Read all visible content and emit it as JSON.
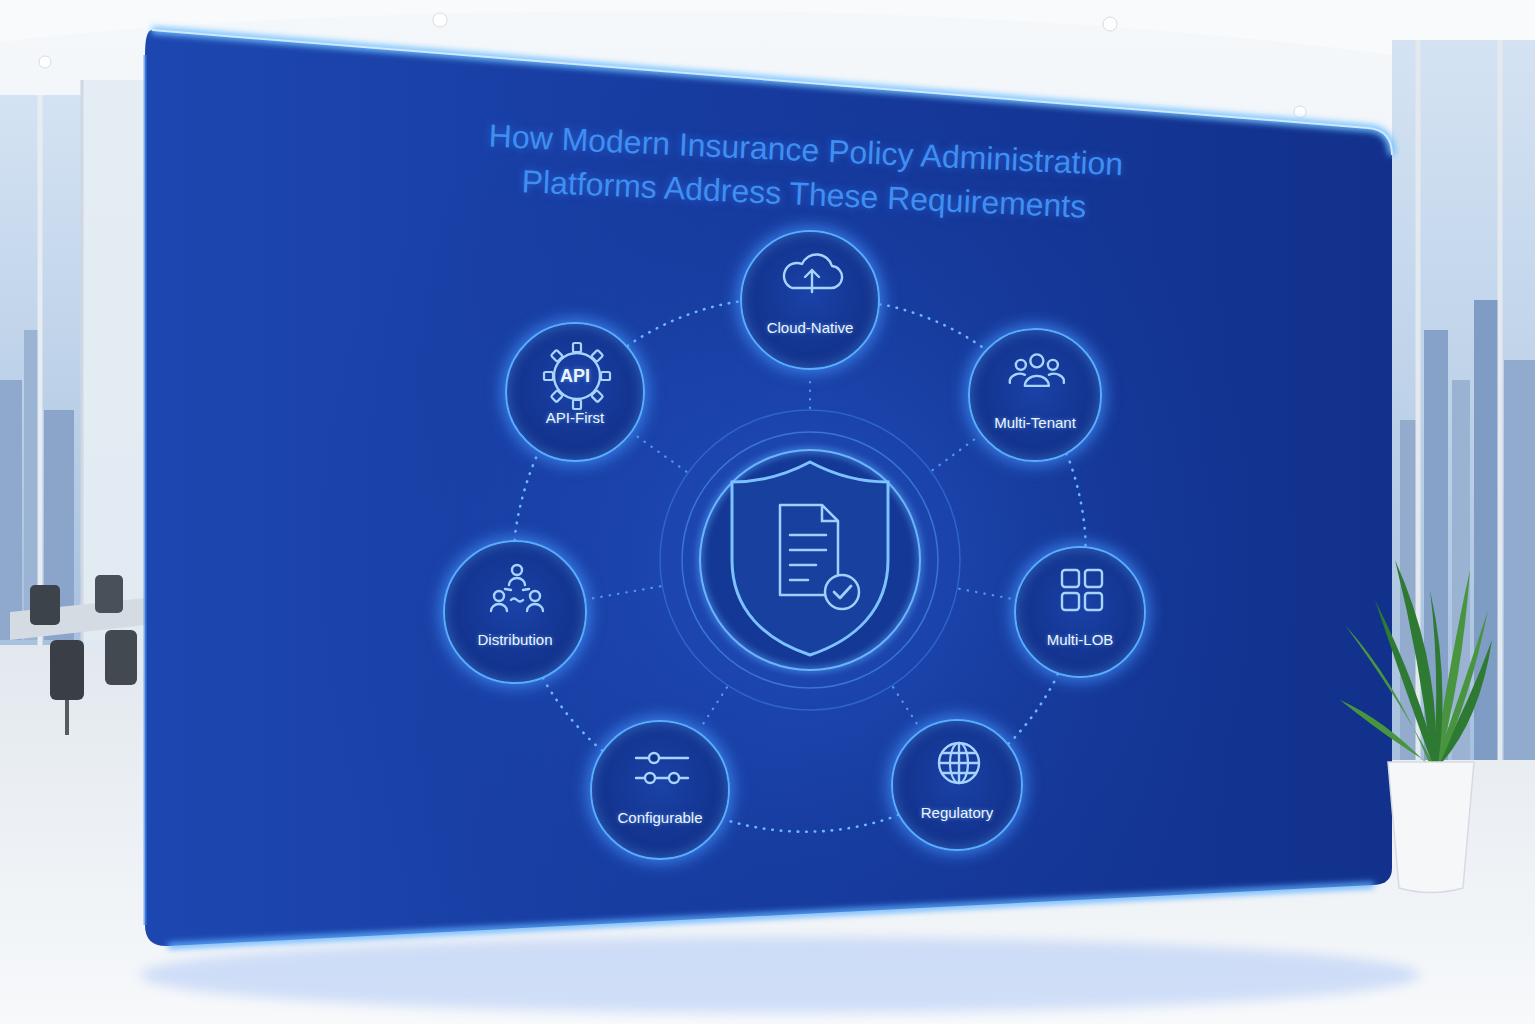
{
  "diagram": {
    "title": "How Modern Insurance Policy Administration Platforms Address These Requirements",
    "nodes": [
      {
        "text": [
          "Cloud-Native"
        ]
      },
      {
        "text": [
          "Multi-Tenant"
        ]
      },
      {
        "text": [
          "Multi-LOB"
        ]
      },
      {
        "text": [
          "Regulatory"
        ]
      },
      {
        "text": [
          "Configurable"
        ]
      },
      {
        "text": [
          "Distribution"
        ]
      },
      {
        "text": [
          "API",
          "API-First"
        ]
      }
    ],
    "edges": [
      {
        "from": 0,
        "to": 1,
        "arrow": "none"
      },
      {
        "from": 1,
        "to": 2,
        "arrow": "none"
      },
      {
        "from": 2,
        "to": 3,
        "arrow": "none"
      },
      {
        "from": 3,
        "to": 4,
        "arrow": "none"
      },
      {
        "from": 4,
        "to": 5,
        "arrow": "none"
      },
      {
        "from": 5,
        "to": 6,
        "arrow": "none"
      },
      {
        "from": 6,
        "to": 0,
        "arrow": "none"
      }
    ]
  }
}
